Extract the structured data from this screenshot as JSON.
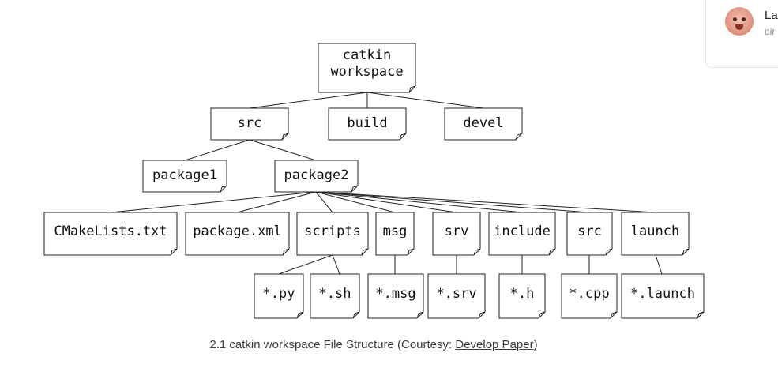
{
  "diagram": {
    "nodes": {
      "root_line1": "catkin",
      "root_line2": "workspace",
      "src": "src",
      "build": "build",
      "devel": "devel",
      "package1": "package1",
      "package2": "package2",
      "cmakelists": "CMakeLists.txt",
      "package_xml": "package.xml",
      "scripts": "scripts",
      "msg": "msg",
      "srv": "srv",
      "include": "include",
      "src2": "src",
      "launch": "launch",
      "py": "*.py",
      "sh": "*.sh",
      "msg_files": "*.msg",
      "srv_files": "*.srv",
      "h_files": "*.h",
      "cpp_files": "*.cpp",
      "launch_files": "*.launch"
    }
  },
  "caption": {
    "text": "2.1 catkin workspace File Structure (Courtesy: ",
    "link": "Develop Paper",
    "close": ")"
  },
  "user_card": {
    "name": "La",
    "sub": "dir"
  }
}
